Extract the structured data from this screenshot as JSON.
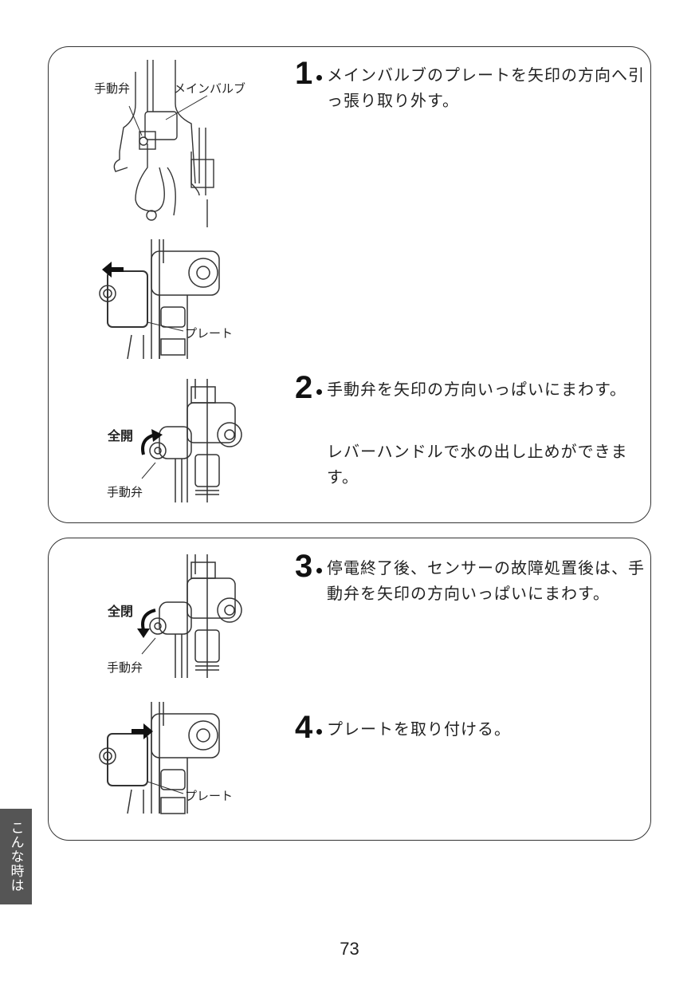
{
  "steps": [
    {
      "number": "1",
      "text": "メインバルブのプレートを矢印の方向へ引っ張り取り外す。",
      "note": ""
    },
    {
      "number": "2",
      "text": "手動弁を矢印の方向いっぱいにまわす。",
      "note": "レバーハンドルで水の出し止めができます。"
    },
    {
      "number": "3",
      "text": "停電終了後、センサーの故障処置後は、手動弁を矢印の方向いっぱいにまわす。",
      "note": ""
    },
    {
      "number": "4",
      "text": "プレートを取り付ける。",
      "note": ""
    }
  ],
  "figure_labels": {
    "manual_valve": "手動弁",
    "main_valve": "メインバルブ",
    "plate": "プレート",
    "fully_open": "全開",
    "fully_closed": "全閉"
  },
  "side_tab": "こんな時は",
  "page_number": "73"
}
